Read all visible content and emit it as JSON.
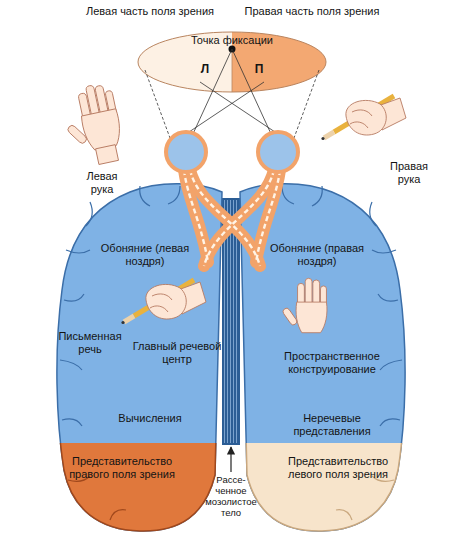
{
  "diagram": {
    "nodes": [
      {
        "text": [
          "Точка фиксации",
          "Л",
          "П"
        ]
      },
      {
        "text": [
          "Обоняние (левая ноздря)",
          "Письменная речь",
          "Главный речевой центр",
          "Вычисления"
        ]
      },
      {
        "text": [
          "Представительство правого поля зрения"
        ],
        "in": 1
      },
      {
        "text": [
          "Обоняние (правая ноздря)",
          "Пространственное конструирование",
          "Неречевые представления"
        ]
      },
      {
        "text": [
          "Представительство левого поля зрения"
        ],
        "in": 3
      }
    ],
    "labels": [
      "Левая часть поля зрения",
      "Правая часть поля зрения",
      "Левая рука",
      "Правая рука",
      "Рассе- ченное мозолистое тело"
    ]
  }
}
